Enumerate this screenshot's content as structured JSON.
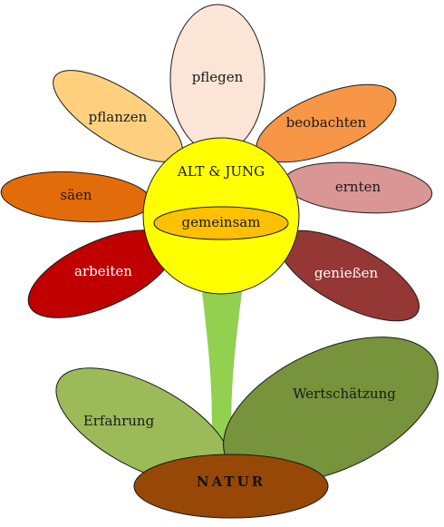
{
  "center": {
    "title": "ALT & JUNG",
    "inner": "gemeinsam"
  },
  "petals": [
    {
      "key": "pflegen",
      "label": "pflegen",
      "color": "#FBE5D6"
    },
    {
      "key": "pflanzen",
      "label": "pflanzen",
      "color": "#FFD17F"
    },
    {
      "key": "beobachten",
      "label": "beobachten",
      "color": "#F79646"
    },
    {
      "key": "saeen",
      "label": "säen",
      "color": "#E36C0A"
    },
    {
      "key": "ernten",
      "label": "ernten",
      "color": "#D99694"
    },
    {
      "key": "arbeiten",
      "label": "arbeiten",
      "color": "#C00000"
    },
    {
      "key": "geniessen",
      "label": "genießen",
      "color": "#953735"
    }
  ],
  "leaves": [
    {
      "key": "erfahrung",
      "label": "Erfahrung",
      "color": "#9BBB59"
    },
    {
      "key": "wertschaetzung",
      "label": "Wertschätzung",
      "color": "#77933C"
    }
  ],
  "base": {
    "label": "NATUR",
    "color": "#974806"
  },
  "colors": {
    "center_fill": "#FFFF00",
    "inner_fill": "#FFC000",
    "stem": "#92D050"
  }
}
